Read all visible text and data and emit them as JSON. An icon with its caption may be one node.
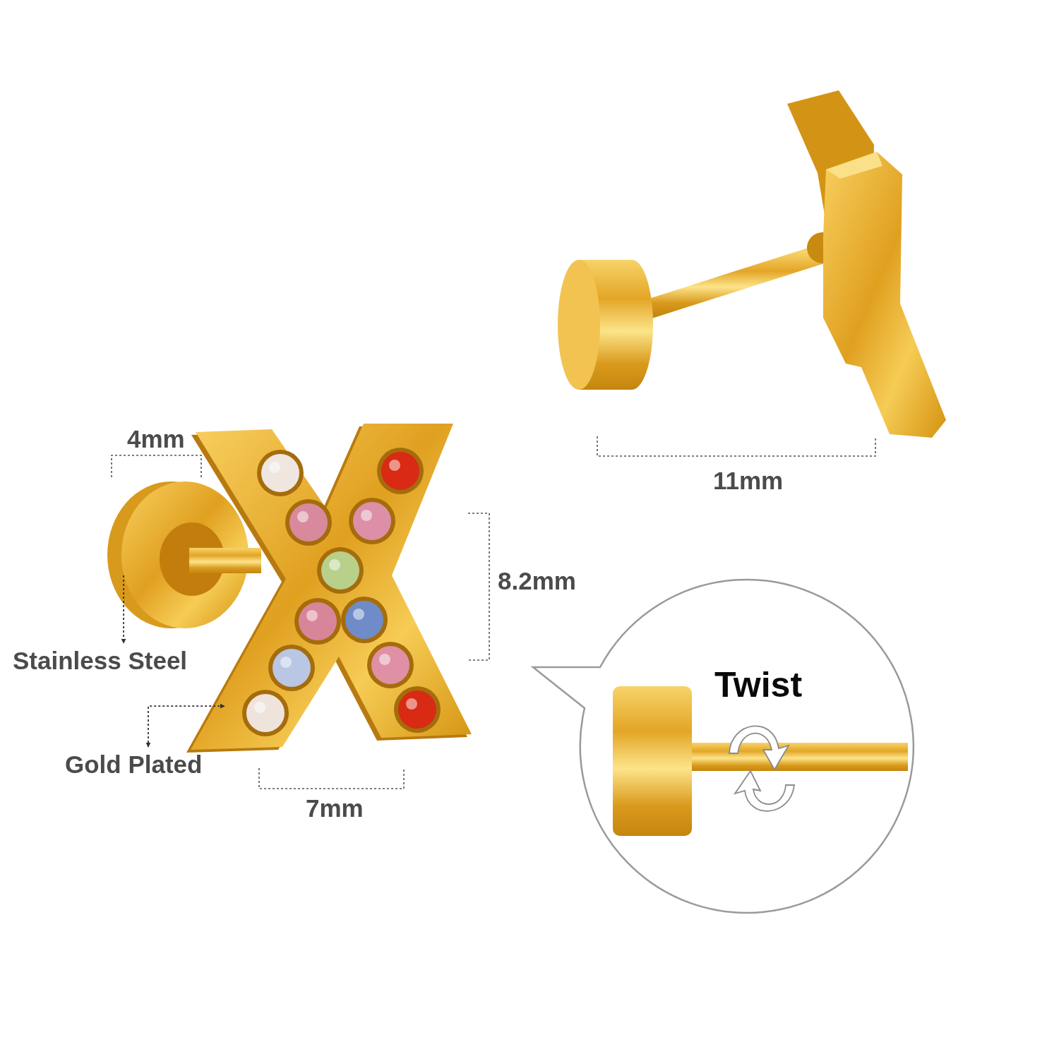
{
  "diagram": {
    "nodes": [
      {
        "text": [
          "Stainless Steel"
        ]
      },
      {
        "text": [
          "Gold Plated"
        ]
      },
      {
        "text": [],
        "shape": "picture"
      },
      {
        "text": [],
        "shape": "picture"
      },
      {
        "text": [
          "Twist"
        ]
      }
    ],
    "edges": [
      {
        "from": 2,
        "to": 0,
        "arrow": "to",
        "style": "dashed"
      },
      {
        "from": 1,
        "to": 3,
        "arrow": "both",
        "style": "dashed"
      }
    ],
    "labels": [
      "4mm",
      "11mm",
      "8.2mm",
      "7mm"
    ]
  }
}
